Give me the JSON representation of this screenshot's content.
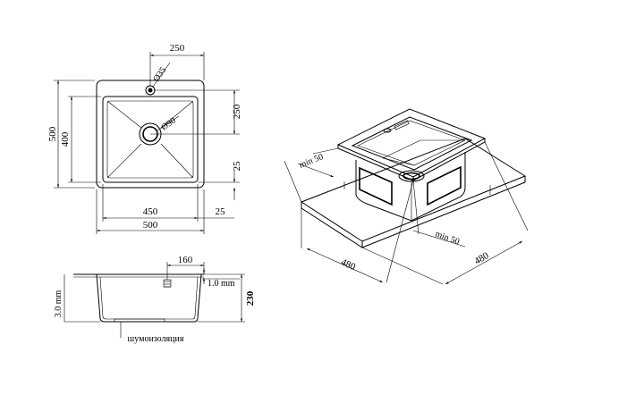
{
  "top_view": {
    "dim_hole_offset": "250",
    "dim_hole_diameter": "Ø35",
    "dim_drain_diameter": "Ø90",
    "dim_overall_height": "500",
    "dim_inner_height": "400",
    "dim_right_upper": "250",
    "dim_right_lower": "25",
    "dim_inner_width": "450",
    "dim_right_side": "25",
    "dim_overall_width": "500"
  },
  "side_view": {
    "dim_flange": "160",
    "dim_thickness": "1.0 mm",
    "dim_wall": "3.0 mm",
    "dim_depth": "230",
    "insulation_label": "шумоизоляция"
  },
  "iso_view": {
    "dim_min_left": "min 50",
    "dim_min_right": "min 50",
    "dim_cab_left": "480",
    "dim_cab_right": "480"
  }
}
